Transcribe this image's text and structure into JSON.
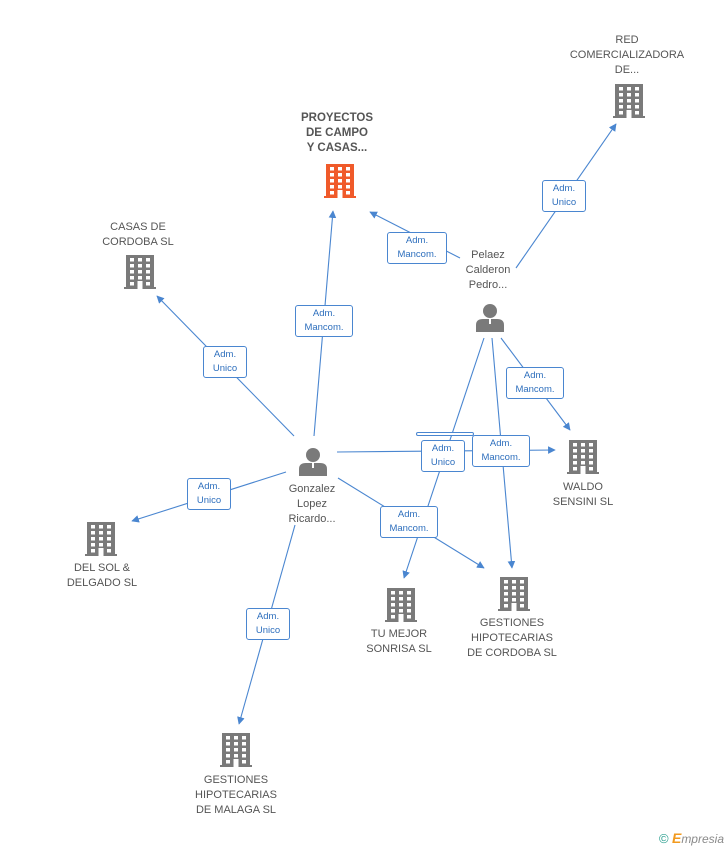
{
  "colors": {
    "edge": "#4a86d0",
    "company": "#7a7a7a",
    "company_main": "#f05a2a",
    "person": "#7a7a7a"
  },
  "nodes": {
    "proyectos": {
      "label": "PROYECTOS\nDE CAMPO\nY CASAS...",
      "icon": "building-icon"
    },
    "red": {
      "label": "RED\nCOMERCIALIZADORA\nDE...",
      "icon": "building-icon"
    },
    "casas": {
      "label": "CASAS DE\nCORDOBA SL",
      "icon": "building-icon"
    },
    "pelaez": {
      "label": "Pelaez\nCalderon\nPedro...",
      "icon": "person-icon"
    },
    "gonzalez": {
      "label": "Gonzalez\nLopez\nRicardo...",
      "icon": "person-icon"
    },
    "waldo": {
      "label": "WALDO\nSENSINI SL",
      "icon": "building-icon"
    },
    "delsol": {
      "label": "DEL SOL &\nDELGADO SL",
      "icon": "building-icon"
    },
    "tumejor": {
      "label": "TU MEJOR\nSONRISA SL",
      "icon": "building-icon"
    },
    "gest_cordoba": {
      "label": "GESTIONES\nHIPOTECARIAS\nDE CORDOBA SL",
      "icon": "building-icon"
    },
    "gest_malaga": {
      "label": "GESTIONES\nHIPOTECARIAS\nDE MALAGA SL",
      "icon": "building-icon"
    }
  },
  "relations": [
    {
      "from": "pelaez",
      "to": "red",
      "label": "Adm.\nUnico"
    },
    {
      "from": "pelaez",
      "to": "proyectos",
      "label": "Adm.\nMancom."
    },
    {
      "from": "gonzalez",
      "to": "proyectos",
      "label": "Adm.\nMancom."
    },
    {
      "from": "gonzalez",
      "to": "casas",
      "label": "Adm.\nUnico"
    },
    {
      "from": "pelaez",
      "to": "waldo",
      "label": "Adm.\nMancom."
    },
    {
      "from": "gonzalez",
      "to": "waldo",
      "label": "Adm.\nMancom."
    },
    {
      "from": "pelaez",
      "to": "tumejor",
      "label": "Adm.\nUnico"
    },
    {
      "from": "gonzalez",
      "to": "delsol",
      "label": "Adm.\nUnico"
    },
    {
      "from": "gonzalez",
      "to": "gest_cordoba",
      "label": "Adm.\nMancom."
    },
    {
      "from": "pelaez",
      "to": "gest_cordoba",
      "label": ""
    },
    {
      "from": "gonzalez",
      "to": "gest_malaga",
      "label": "Adm.\nUnico"
    }
  ],
  "footer": {
    "copyright": "©",
    "brand_first": "E",
    "brand_rest": "mpresia"
  }
}
